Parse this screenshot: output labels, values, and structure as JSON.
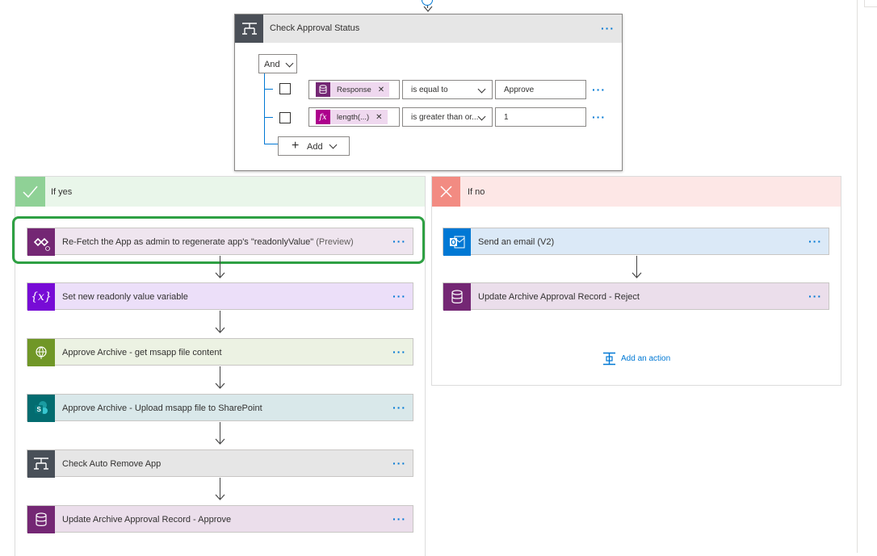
{
  "condition": {
    "title": "Check Approval Status",
    "operator": "And",
    "rows": [
      {
        "token": "Response",
        "token_icon": "dataverse-icon",
        "comparator": "is equal to",
        "value": "Approve"
      },
      {
        "token": "length(...)",
        "token_icon": "function-icon",
        "comparator": "is greater than or...",
        "value": "1"
      }
    ],
    "add_label": "Add",
    "more": "···"
  },
  "yes_branch": {
    "label": "If yes",
    "actions": [
      {
        "label": "Re-Fetch the App as admin to regenerate app's \"readonlyValue\"",
        "suffix": "(Preview)",
        "icon": "power-platform-admin-icon",
        "color": "#742774",
        "bg": "#efe5ef"
      },
      {
        "label": "Set new readonly value variable",
        "icon": "variable-icon",
        "color": "#770bd6",
        "bg": "#ecdff9"
      },
      {
        "label": "Approve Archive - get msapp file content",
        "icon": "http-globe-icon",
        "color": "#709727",
        "bg": "#ecf2e3"
      },
      {
        "label": "Approve Archive - Upload msapp file to SharePoint",
        "icon": "sharepoint-icon",
        "color": "#036c70",
        "bg": "#d9e8ea"
      },
      {
        "label": "Check Auto Remove App",
        "icon": "condition-icon",
        "color": "#484f58",
        "bg": "#e6e6e6"
      },
      {
        "label": "Update Archive Approval Record - Approve",
        "icon": "dataverse-icon",
        "color": "#742774",
        "bg": "#ebdeeb"
      }
    ]
  },
  "no_branch": {
    "label": "If no",
    "actions": [
      {
        "label": "Send an email (V2)",
        "icon": "outlook-icon",
        "color": "#0078d4",
        "bg": "#dbe9f7"
      },
      {
        "label": "Update Archive Approval Record - Reject",
        "icon": "dataverse-icon",
        "color": "#742774",
        "bg": "#ebdeeb"
      }
    ],
    "add_action": "Add an action"
  },
  "colors": {
    "accent": "#0078d4",
    "highlight": "#2ea043",
    "yes_header": "#e9f6ea",
    "no_header": "#fde7e6"
  }
}
